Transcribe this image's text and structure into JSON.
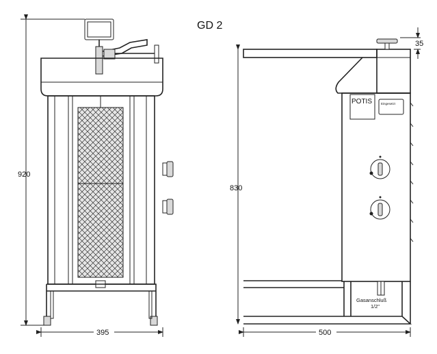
{
  "title": "GD 2",
  "front_view": {
    "height_label": "920",
    "width_label": "395"
  },
  "side_view": {
    "height_label": "830",
    "width_label": "500",
    "top_offset_label": "35",
    "brand_plate": "POTIS",
    "label_plate": "Eingesetzt",
    "gas_label": "Gasanschluß",
    "gas_size": "1/2\""
  }
}
